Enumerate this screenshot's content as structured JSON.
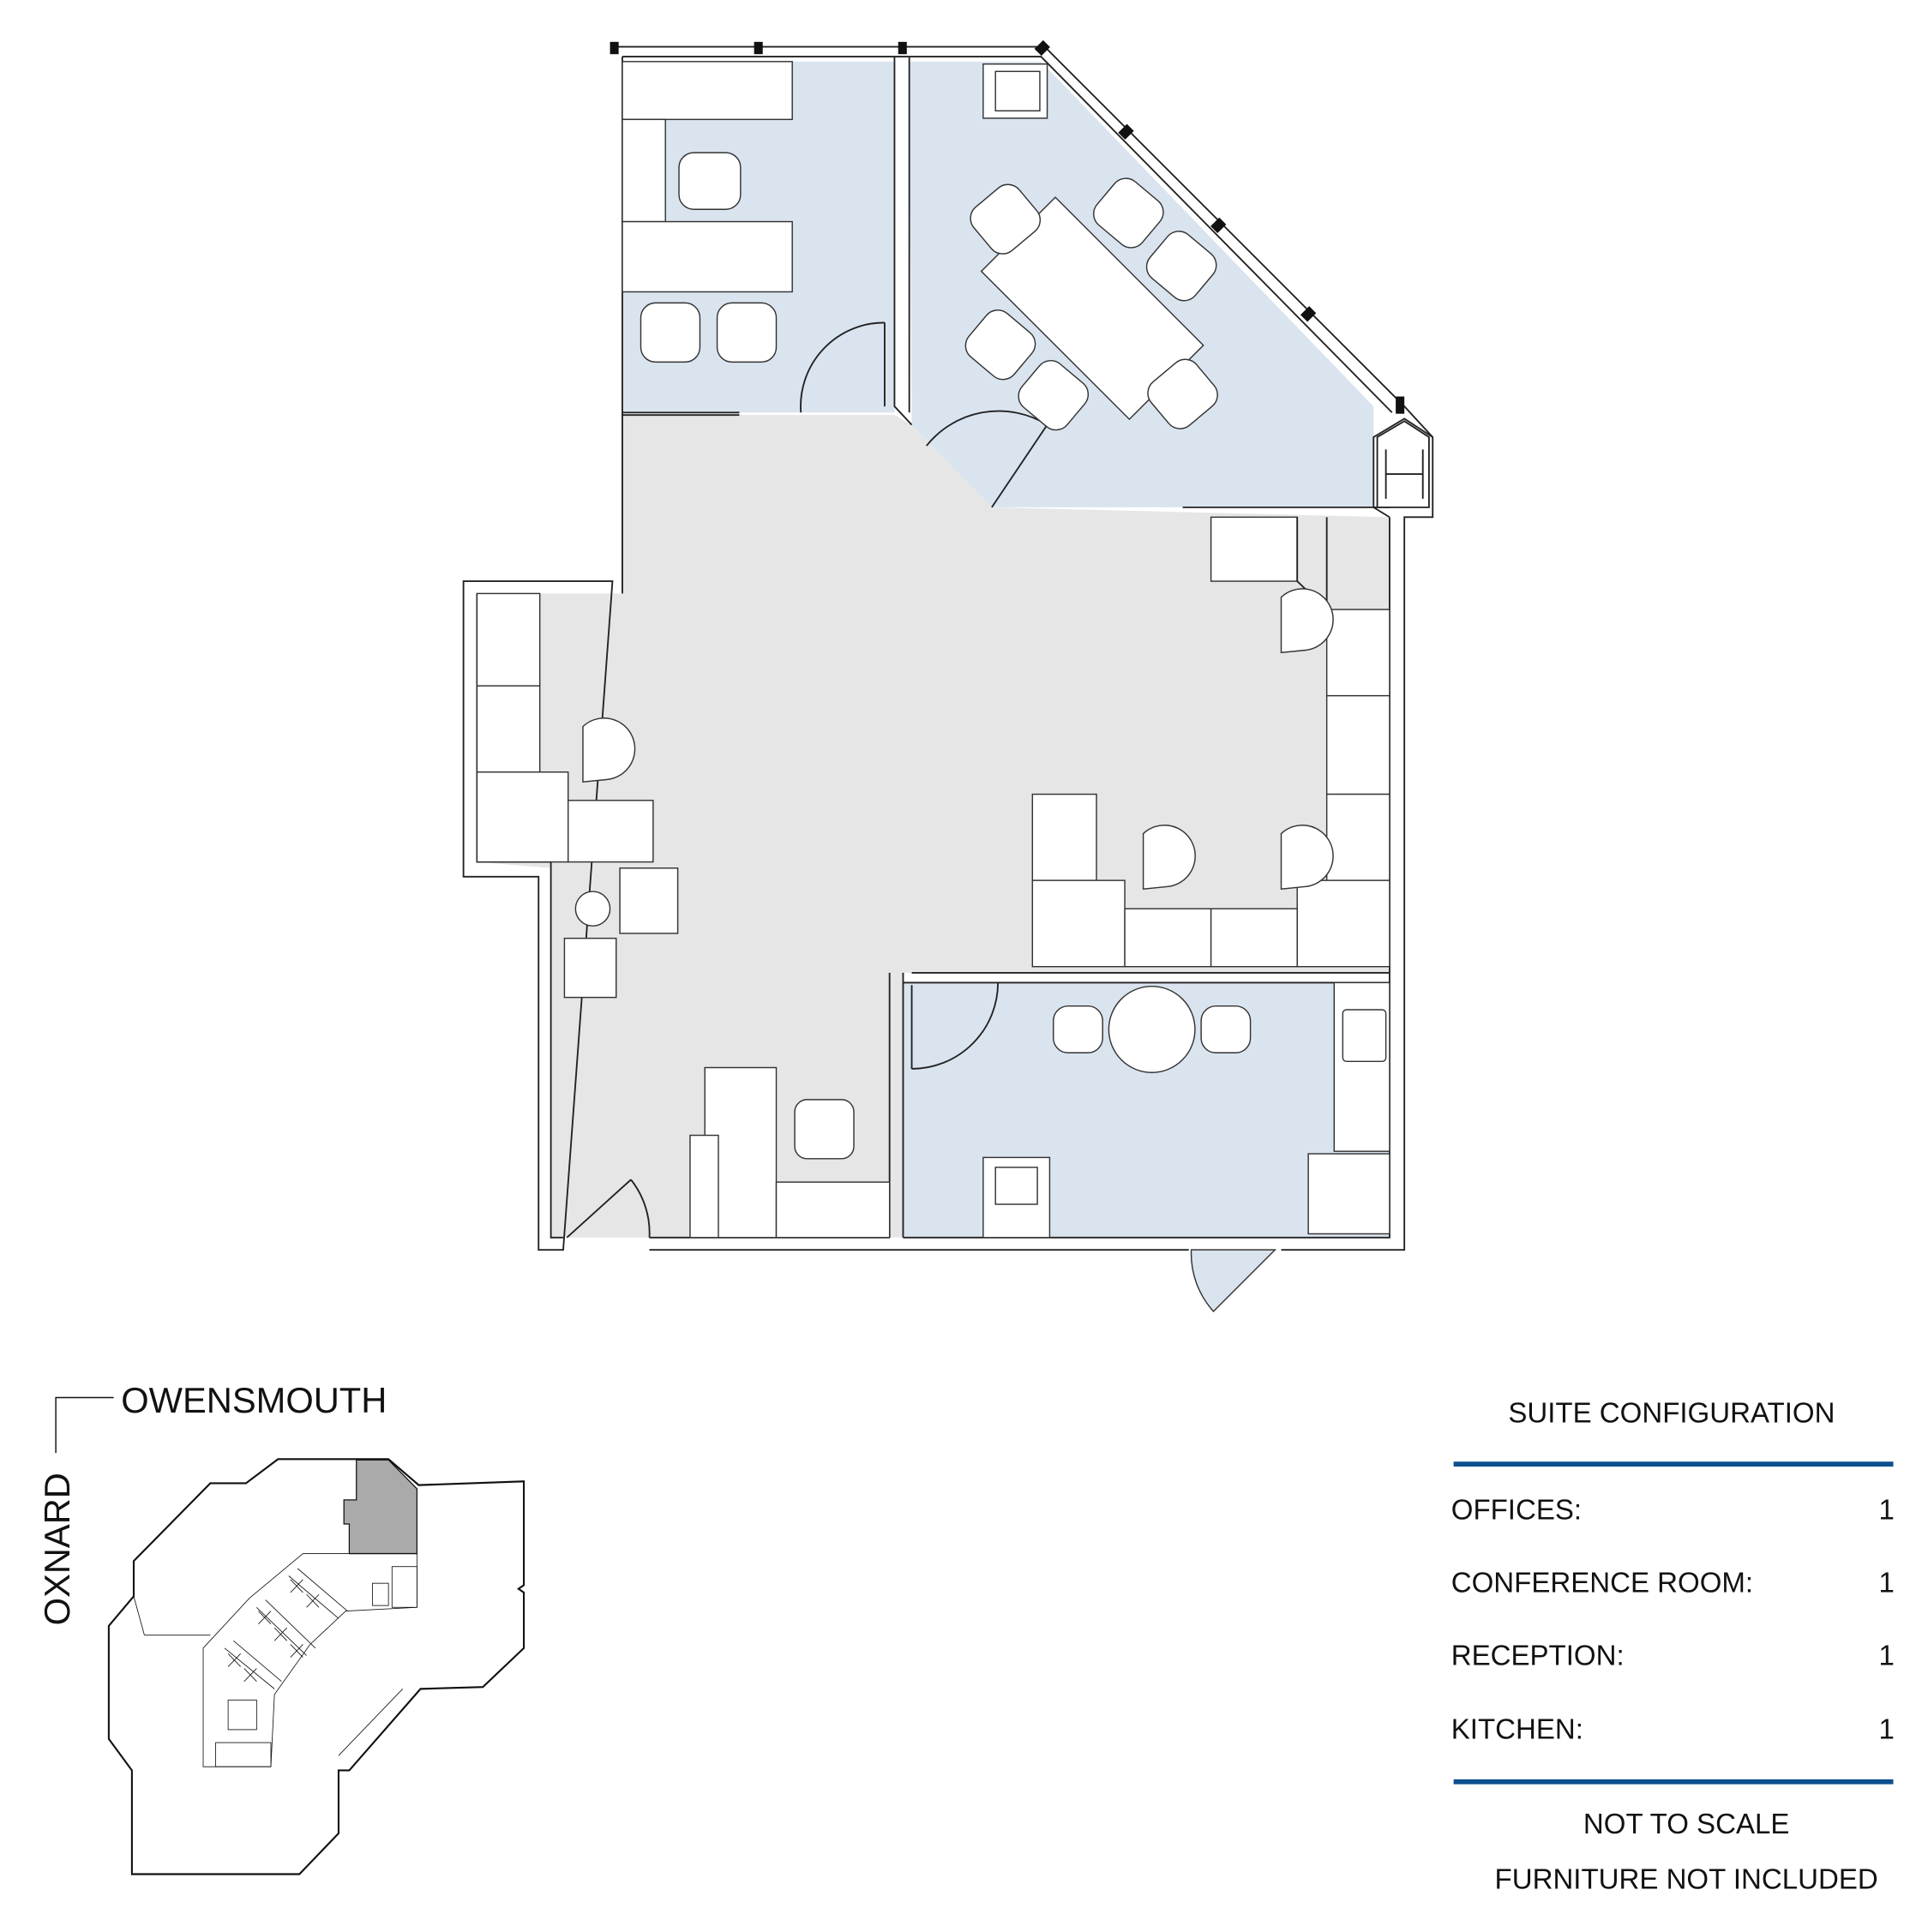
{
  "plan": {
    "colors": {
      "office_fill": "#dae4ef",
      "common_fill": "#e6e6e6",
      "highlight_fill": "#aaaaaa",
      "rule": "#0b4f8f"
    }
  },
  "key_plan": {
    "street_top": "OWENSMOUTH",
    "street_left": "OXNARD"
  },
  "legend": {
    "title": "SUITE CONFIGURATION",
    "rows": [
      {
        "label": "OFFICES:",
        "value": "1"
      },
      {
        "label": "CONFERENCE ROOM:",
        "value": "1"
      },
      {
        "label": "RECEPTION:",
        "value": "1"
      },
      {
        "label": "KITCHEN:",
        "value": "1"
      }
    ],
    "note1": "NOT TO SCALE",
    "note2": "FURNITURE NOT INCLUDED"
  }
}
